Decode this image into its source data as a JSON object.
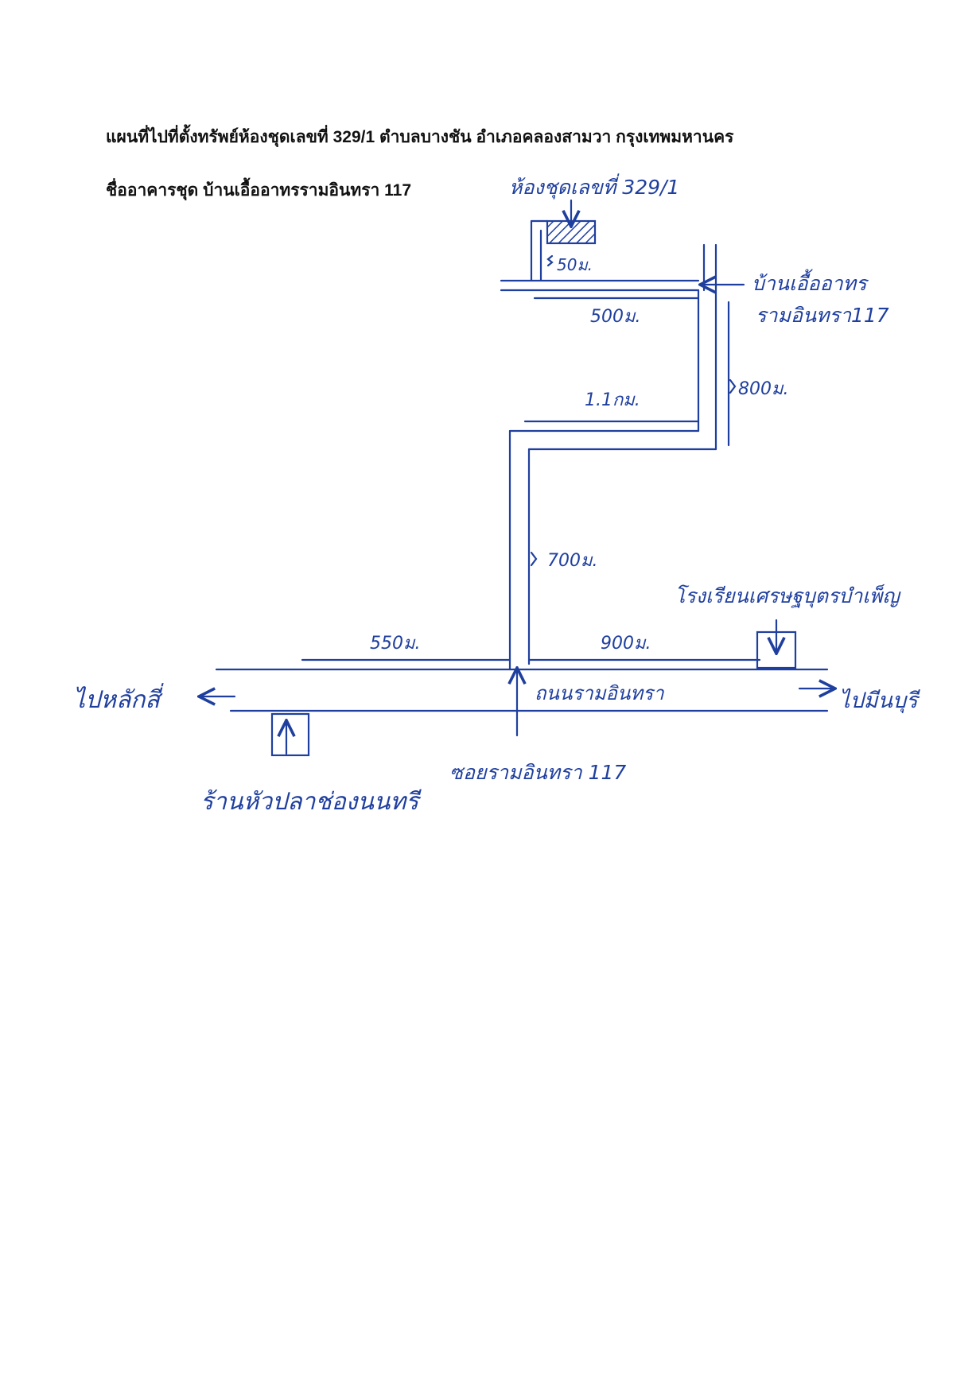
{
  "document": {
    "title": "แผนที่ไปที่ตั้งทรัพย์ห้องชุดเลขที่ 329/1 ตำบลบางชัน อำเภอคลองสามวา กรุงเทพมหานคร",
    "building_line": "ชื่ออาคารชุด บ้านเอื้ออาทรรามอินทรา 117"
  },
  "map": {
    "ink_color": "#1f3f9e",
    "labels": {
      "unit": "ห้องชุดเลขที่ 329/1",
      "project_line1": "บ้านเอื้ออาทร",
      "project_line2": "รามอินทรา117",
      "main_road": "ถนนรามอินทรา",
      "soi": "ซอยรามอินทรา 117",
      "to_left": "ไปหลักสี่",
      "to_right": "ไปมีนบุรี",
      "school": "โรงเรียนเศรษฐบุตรบำเพ็ญ",
      "restaurant": "ร้านหัวปลาช่องนนทรี"
    },
    "distances": {
      "d50": "50ม.",
      "d500": "500ม.",
      "d800": "800ม.",
      "d1100": "1.1กม.",
      "d700": "700ม.",
      "d550": "550ม.",
      "d900": "900ม."
    }
  }
}
